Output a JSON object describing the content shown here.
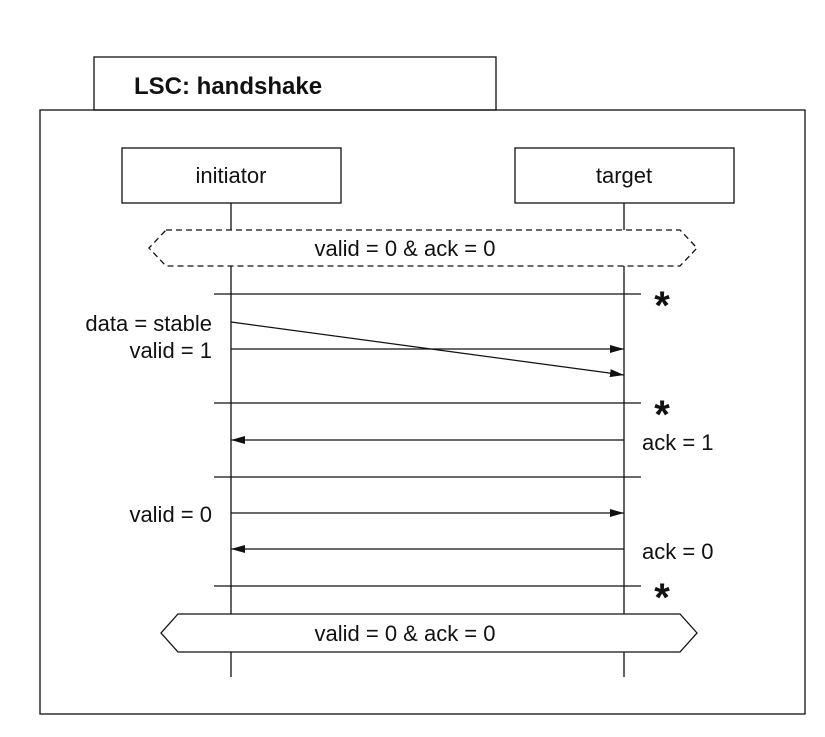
{
  "diagram": {
    "title": "LSC:  handshake",
    "lifelines": {
      "left": "initiator",
      "right": "target"
    },
    "conditions": {
      "precondition": "valid = 0 & ack = 0",
      "postcondition": "valid = 0 & ack = 0"
    },
    "messages": {
      "data_stable": "data = stable",
      "valid_1": "valid = 1",
      "ack_1": "ack = 1",
      "valid_0": "valid = 0",
      "ack_0": "ack = 0"
    },
    "sync_marker": "*",
    "colors": {
      "line": "#111111",
      "background": "#ffffff"
    }
  }
}
